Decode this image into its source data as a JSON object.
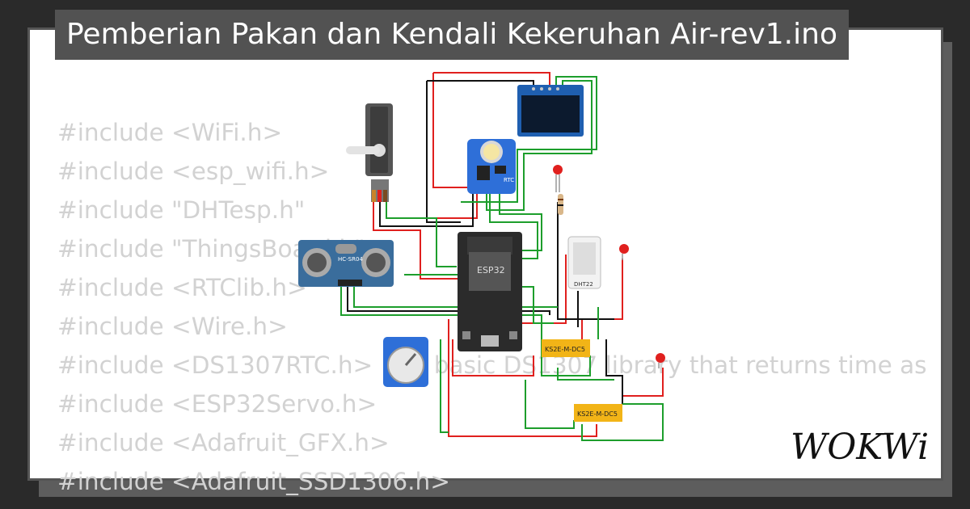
{
  "title": "Pemberian Pakan dan Kendali Kekeruhan Air-rev1.ino",
  "code_lines": [
    "#include <WiFi.h>",
    "#include <esp_wifi.h>",
    "#include \"DHTesp.h\"",
    "#include \"ThingsBoard.h\"",
    "#include <RTClib.h>",
    "#include <Wire.h>",
    "#include <DS1307RTC.h>  // a basic DS1307 library that returns time as",
    "#include <ESP32Servo.h>",
    "#include <Adafruit_GFX.h>",
    "#include <Adafruit_SSD1306.h>"
  ],
  "diagram": {
    "esp32_label": "ESP32",
    "hcsr04_label": "HC-SR04",
    "rtc_label": "RTC",
    "dht_label": "DHT22",
    "relay1_label": "KS2E-M-DC5",
    "relay2_label": "KS2E-M-DC5"
  },
  "logo_text": "WOKWi",
  "colors": {
    "background": "#2a2a2a",
    "title_bg": "#525252",
    "code_text": "#d2d2d2",
    "wire_red": "#e0201e",
    "wire_green": "#1d9e2c",
    "wire_black": "#111111",
    "relay_yellow": "#f2b417",
    "rtc_blue": "#2e6fd8",
    "sensor_blue": "#3a6d9c"
  }
}
